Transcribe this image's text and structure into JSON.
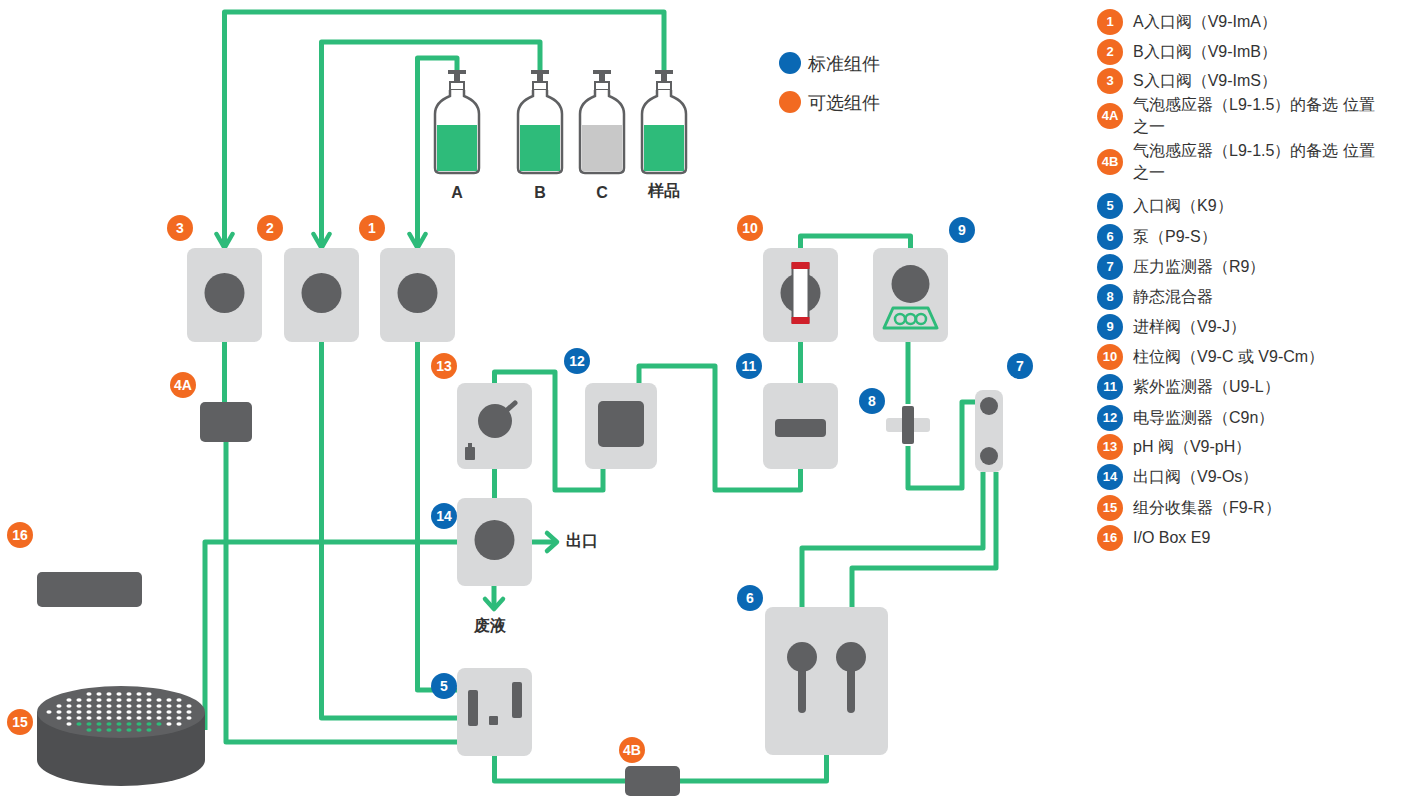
{
  "diagram": {
    "nodes": [
      {
        "text": [
          "A"
        ]
      },
      {
        "text": [
          "B"
        ]
      },
      {
        "text": [
          "C"
        ]
      },
      {
        "text": [
          "样品"
        ]
      },
      {
        "text": [
          "3"
        ]
      },
      {
        "text": [
          "2"
        ]
      },
      {
        "text": [
          "1"
        ]
      },
      {
        "text": [
          "4A"
        ]
      },
      {
        "text": [
          "10"
        ]
      },
      {
        "text": [
          "9"
        ]
      },
      {
        "text": [
          "13"
        ]
      },
      {
        "text": [
          "12"
        ]
      },
      {
        "text": [
          "11"
        ]
      },
      {
        "text": [
          "8"
        ]
      },
      {
        "text": [
          "7"
        ]
      },
      {
        "text": [
          "14"
        ]
      },
      {
        "text": [
          "16"
        ]
      },
      {
        "text": [
          "15"
        ]
      },
      {
        "text": [
          "5"
        ]
      },
      {
        "text": [
          "6"
        ]
      },
      {
        "text": [
          "4B"
        ]
      }
    ],
    "edges": [
      {
        "from": 3,
        "to": 4,
        "arrow": "to"
      },
      {
        "from": 1,
        "to": 5,
        "arrow": "to"
      },
      {
        "from": 0,
        "to": 6,
        "arrow": "to"
      },
      {
        "from": 4,
        "to": 7,
        "arrow": "none"
      },
      {
        "from": 7,
        "to": 18,
        "arrow": "none"
      },
      {
        "from": 5,
        "to": 18,
        "arrow": "none"
      },
      {
        "from": 6,
        "to": 18,
        "arrow": "none"
      },
      {
        "from": 18,
        "to": 20,
        "arrow": "none"
      },
      {
        "from": 20,
        "to": 19,
        "arrow": "none"
      },
      {
        "from": 19,
        "to": 14,
        "arrow": "none"
      },
      {
        "from": 14,
        "to": 13,
        "arrow": "none"
      },
      {
        "from": 13,
        "to": 9,
        "arrow": "none"
      },
      {
        "from": 9,
        "to": 8,
        "arrow": "none"
      },
      {
        "from": 8,
        "to": 12,
        "arrow": "none"
      },
      {
        "from": 12,
        "to": 11,
        "arrow": "none"
      },
      {
        "from": 11,
        "to": 10,
        "arrow": "none"
      },
      {
        "from": 10,
        "to": 15,
        "arrow": "none"
      },
      {
        "from": 15,
        "to": 17,
        "arrow": "none"
      }
    ],
    "labels": [
      "出口",
      "废液",
      "1",
      "A入口阀（V9-ImA）",
      "2",
      "B入口阀（V9-ImB）",
      "3",
      "S入口阀（V9-ImS）",
      "4A",
      "气泡感应器（L9-1.5）的备选 位置之一",
      "4B",
      "气泡感应器（L9-1.5）的备选 位置之一",
      "5",
      "入口阀（K9）",
      "6",
      "泵（P9-S）",
      "7",
      "压力监测器（R9）",
      "8",
      "静态混合器",
      "9",
      "进样阀（V9-J）",
      "10",
      "柱位阀（V9-C 或 V9-Cm）",
      "11",
      "紫外监测器（U9-L）",
      "12",
      "电导监测器（C9n）",
      "13",
      "pH 阀（V9-pH）",
      "14",
      "出口阀（V9-Os）",
      "15",
      "组分收集器（F9-R）",
      "16",
      "I/O Box E9"
    ],
    "legend": [
      {
        "text": "标准组件",
        "color": "#0a68b4"
      },
      {
        "text": "可选组件",
        "color": "#f26a21"
      }
    ]
  }
}
